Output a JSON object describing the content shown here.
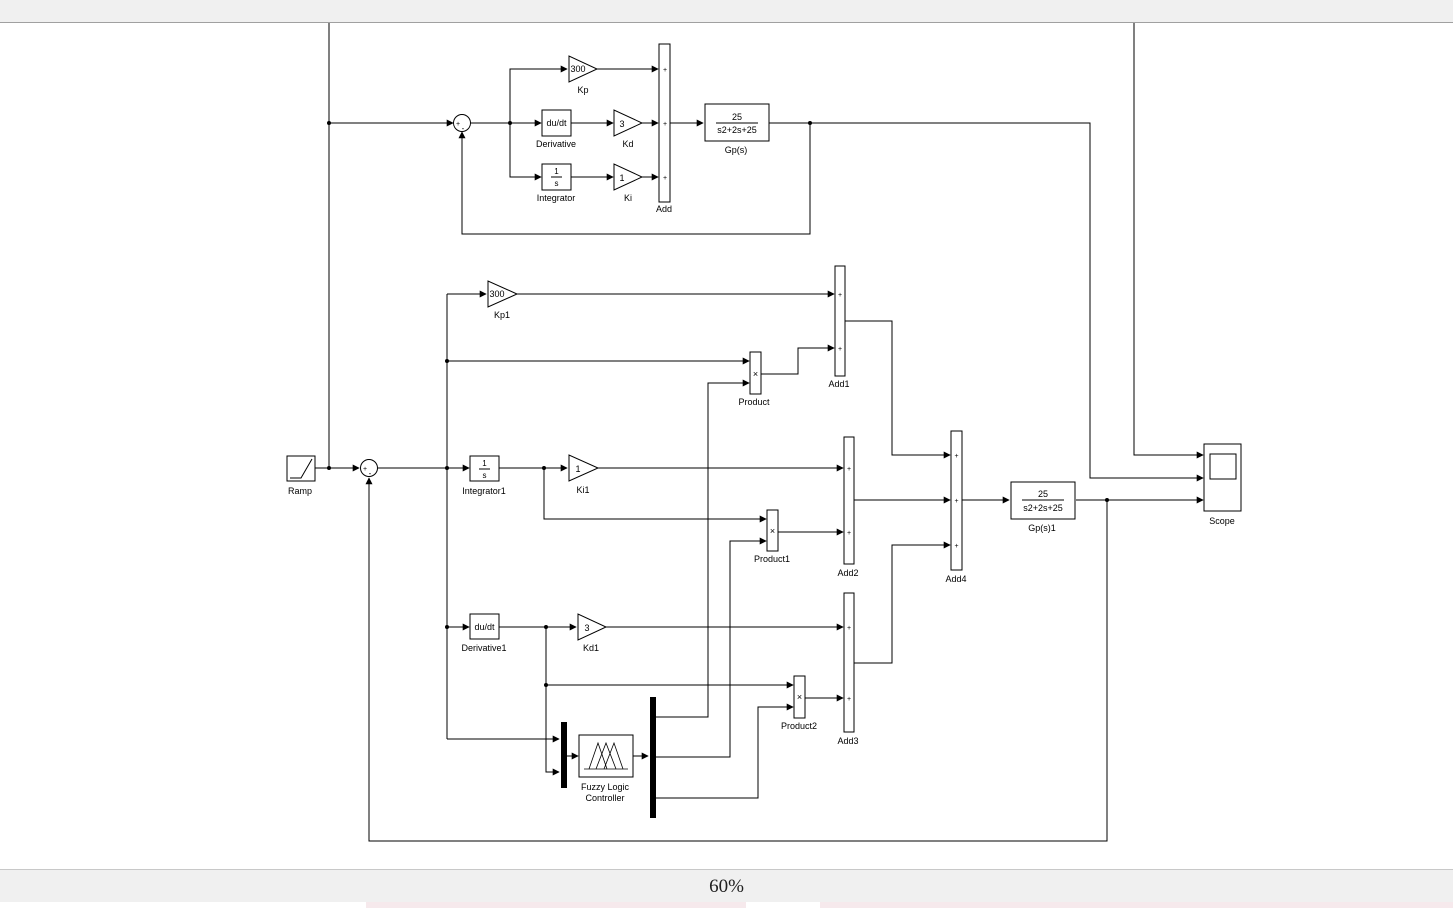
{
  "status_bar": {
    "zoom": "60%"
  },
  "blocks": {
    "ramp": "Ramp",
    "kp": {
      "name": "Kp",
      "value": "300"
    },
    "derivative": {
      "name": "Derivative",
      "text": "du/dt"
    },
    "kd": {
      "name": "Kd",
      "value": "3"
    },
    "integrator": {
      "name": "Integrator",
      "num": "1",
      "den": "s"
    },
    "ki": {
      "name": "Ki",
      "value": "1"
    },
    "add": "Add",
    "gp": {
      "name": "Gp(s)",
      "num": "25",
      "den": "s2+2s+25"
    },
    "kp1": {
      "name": "Kp1",
      "value": "300"
    },
    "product": "Product",
    "add1": "Add1",
    "integrator1": {
      "name": "Integrator1",
      "num": "1",
      "den": "s"
    },
    "ki1": {
      "name": "Ki1",
      "value": "1"
    },
    "product1": "Product1",
    "add2": "Add2",
    "add4": "Add4",
    "gp1": {
      "name": "Gp(s)1",
      "num": "25",
      "den": "s2+2s+25"
    },
    "scope": "Scope",
    "derivative1": {
      "name": "Derivative1",
      "text": "du/dt"
    },
    "kd1": {
      "name": "Kd1",
      "value": "3"
    },
    "product2": "Product2",
    "add3": "Add3",
    "flc": {
      "line1": "Fuzzy Logic",
      "line2": "Controller"
    }
  },
  "port_signs": {
    "plus": "+",
    "minus": "-",
    "times": "×"
  }
}
